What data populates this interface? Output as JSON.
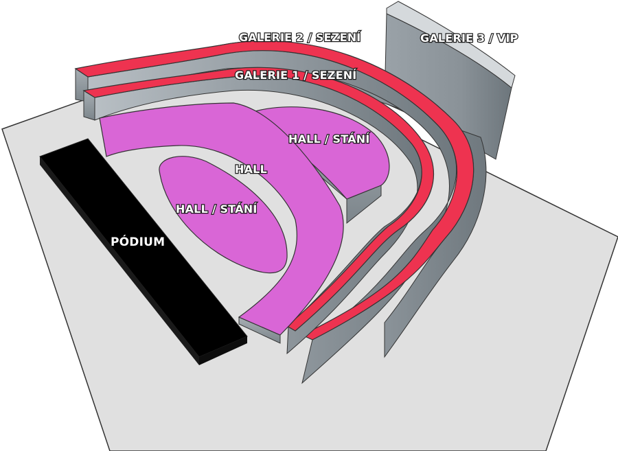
{
  "sections": {
    "podium": "PÓDIUM",
    "hall": "HALL",
    "hall_standing_left": "HALL / STÁNÍ",
    "hall_standing_right": "HALL / STÁNÍ",
    "gallery1": "GALERIE 1 / SEZENÍ",
    "gallery2": "GALERIE 2 / SEZENÍ",
    "gallery3": "GALERIE 3 / VIP"
  },
  "colors": {
    "floor": "#e0e0e0",
    "podium": "#000000",
    "hall": "#d966d6",
    "gallery_top": "#ee3350",
    "wall": "#8a9399"
  }
}
